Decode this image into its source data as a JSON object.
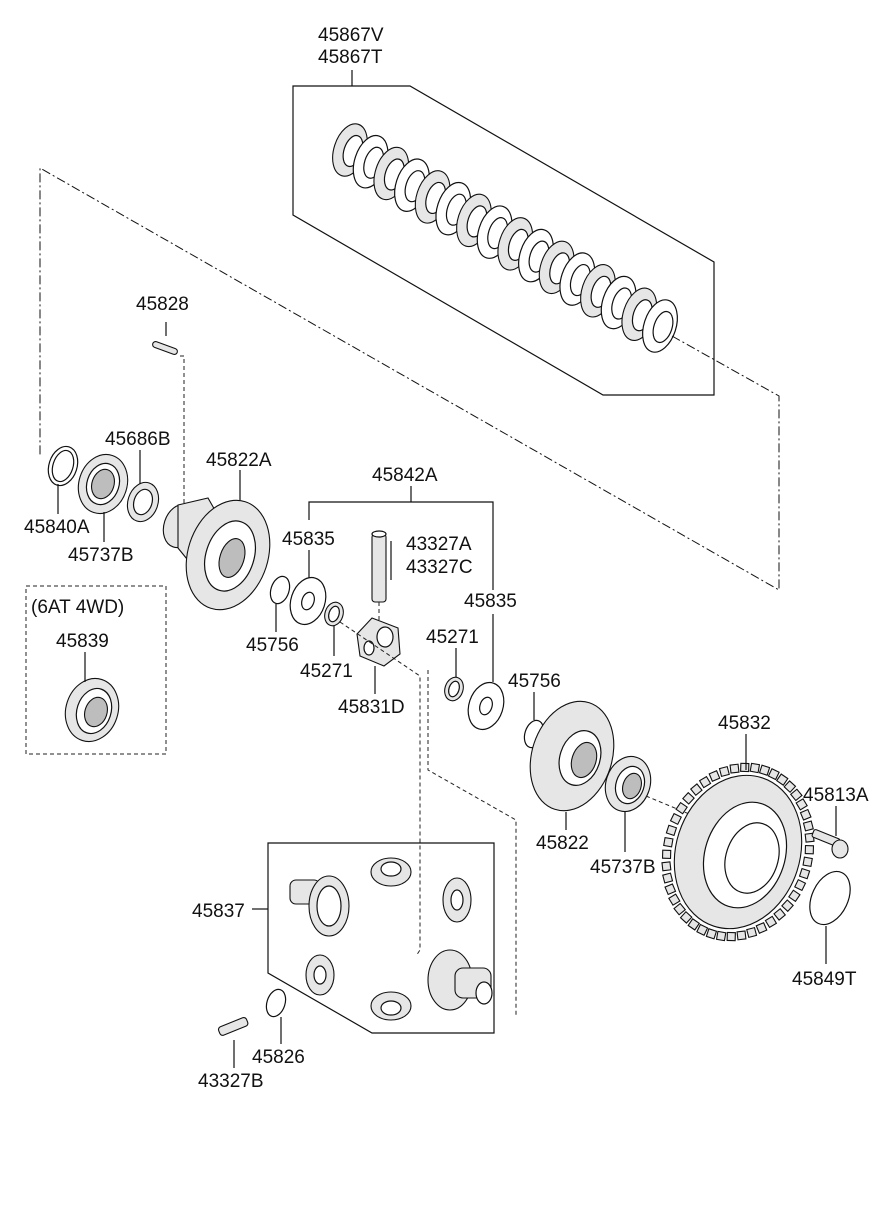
{
  "labels": {
    "p45867V": "45867V",
    "p45867T": "45867T",
    "p45828": "45828",
    "p45686B": "45686B",
    "p45822A": "45822A",
    "p45842A": "45842A",
    "p45840A": "45840A",
    "p45737B_left": "45737B",
    "p45835_left": "45835",
    "p43327A": "43327A",
    "p43327C": "43327C",
    "p45835_right": "45835",
    "note_6at": "(6AT 4WD)",
    "p45839": "45839",
    "p45756_left": "45756",
    "p45271_left": "45271",
    "p45271_right": "45271",
    "p45756_right": "45756",
    "p45831D": "45831D",
    "p45832": "45832",
    "p45813A": "45813A",
    "p45822": "45822",
    "p45737B_right": "45737B",
    "p45837": "45837",
    "p45849T": "45849T",
    "p45826": "45826",
    "p43327B": "43327B"
  },
  "colors": {
    "line": "#111111",
    "background": "#ffffff"
  }
}
